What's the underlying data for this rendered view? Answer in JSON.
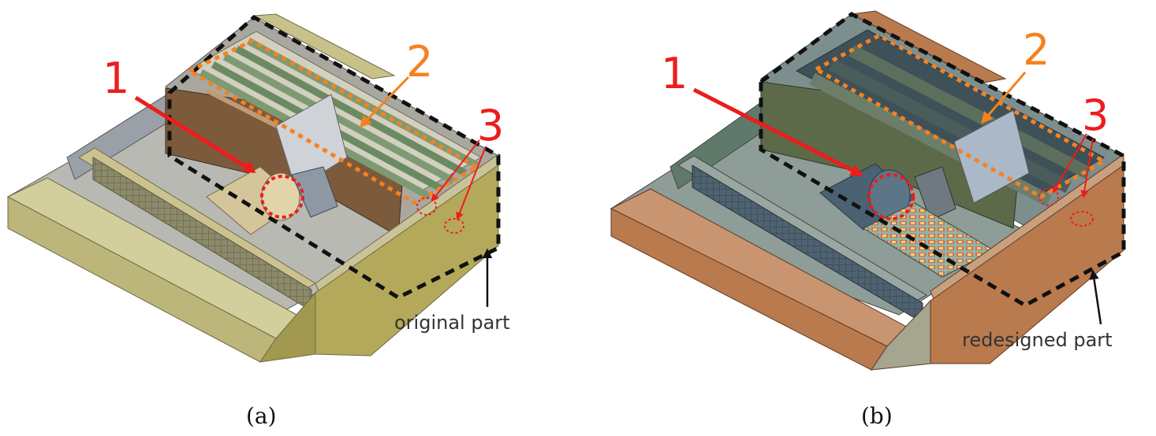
{
  "panels": [
    {
      "caption": "(a)",
      "callout": "original part",
      "markers": [
        "1",
        "2",
        "3"
      ]
    },
    {
      "caption": "(b)",
      "callout": "redesigned part",
      "markers": [
        "1",
        "2",
        "3"
      ]
    }
  ],
  "colors": {
    "marker_1": "#ee1c1c",
    "marker_2": "#f5821f",
    "marker_3": "#ee1c1c",
    "outline": "#111111",
    "housing_original": "#b4a95a",
    "housing_redesigned": "#b97a4e"
  }
}
